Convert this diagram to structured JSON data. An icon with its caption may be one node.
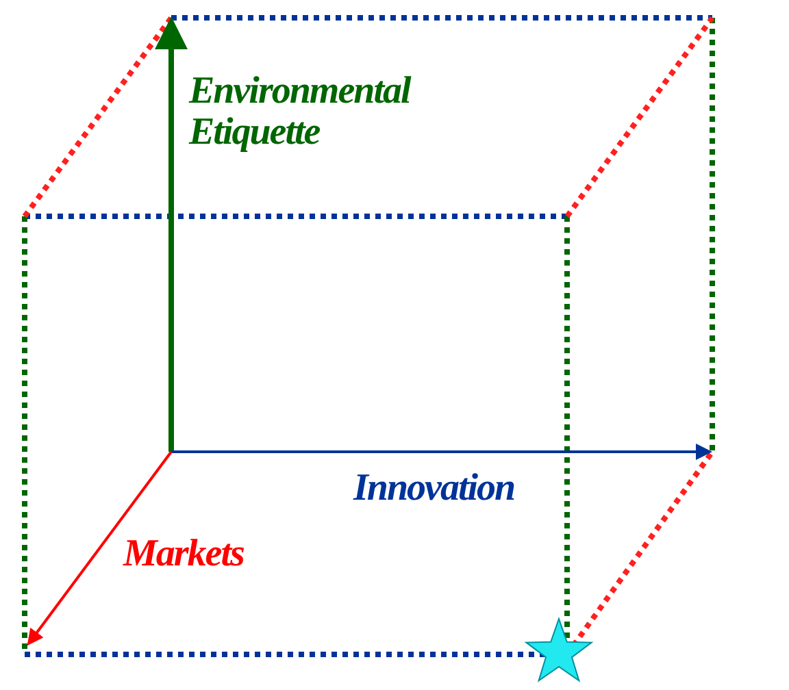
{
  "diagram": {
    "labels": [
      "Environmental Etiquette",
      "Innovation",
      "Markets"
    ]
  }
}
